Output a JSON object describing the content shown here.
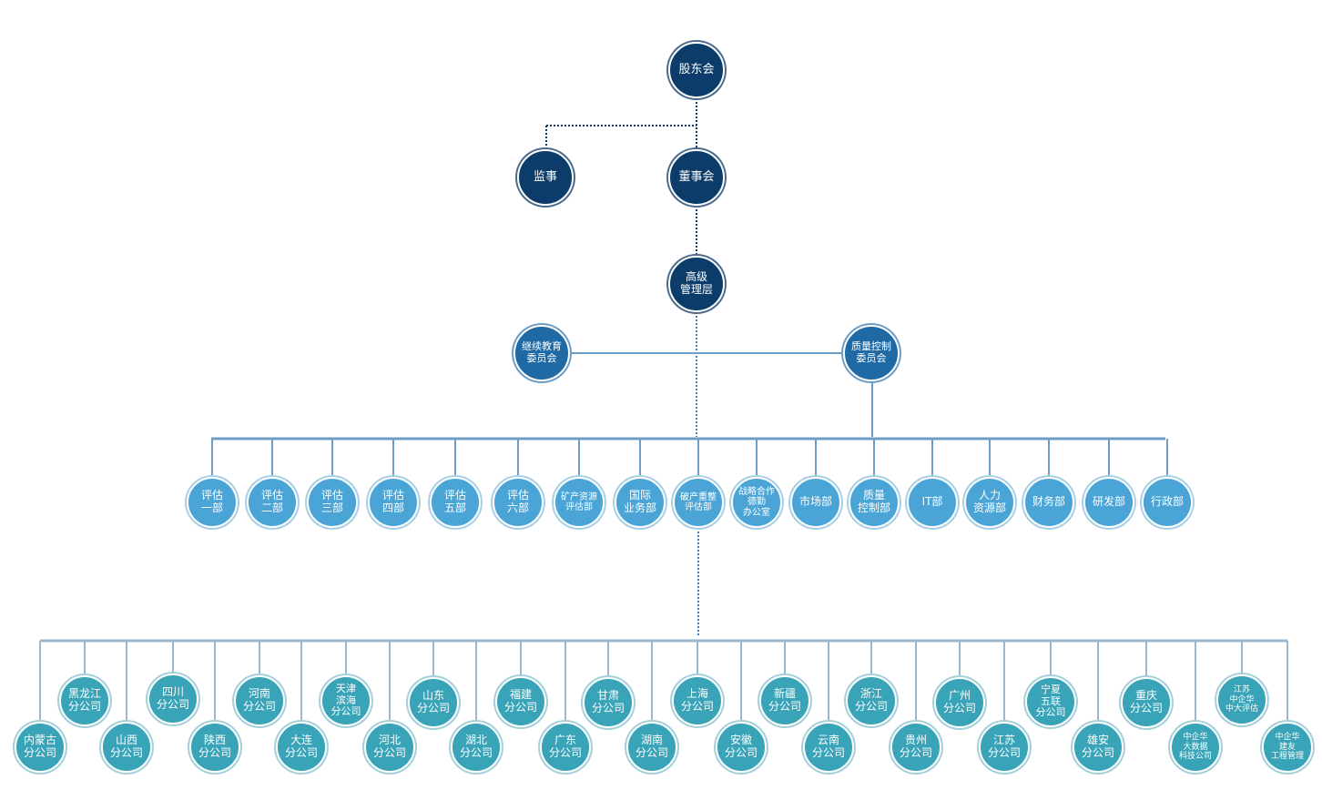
{
  "colors": {
    "top": "#0b3c6a",
    "committee": "#1f6aa5",
    "department": "#4aa5d6",
    "branch": "#39a3b7",
    "line": "#6b9dc6"
  },
  "top": {
    "shareholders": "股东会",
    "supervisor": "监事",
    "board": "董事会",
    "management": "高级\n管理层"
  },
  "committees": {
    "education": "继续教育\n委员会",
    "quality": "质量控制\n委员会"
  },
  "departments": [
    "评估\n一部",
    "评估\n二部",
    "评估\n三部",
    "评估\n四部",
    "评估\n五部",
    "评估\n六部",
    "矿产资源\n评估部",
    "国际\n业务部",
    "破产重整\n评估部",
    "战略合作\n德勤\n办公室",
    "市场部",
    "质量\n控制部",
    "IT部",
    "人力\n资源部",
    "财务部",
    "研发部",
    "行政部"
  ],
  "branches": [
    "内蒙古\n分公司",
    "黑龙江\n分公司",
    "山西\n分公司",
    "四川\n分公司",
    "陕西\n分公司",
    "河南\n分公司",
    "大连\n分公司",
    "天津\n滨海\n分公司",
    "河北\n分公司",
    "山东\n分公司",
    "湖北\n分公司",
    "福建\n分公司",
    "广东\n分公司",
    "甘肃\n分公司",
    "湖南\n分公司",
    "上海\n分公司",
    "安徽\n分公司",
    "新疆\n分公司",
    "云南\n分公司",
    "浙江\n分公司",
    "贵州\n分公司",
    "广州\n分公司",
    "江苏\n分公司",
    "宁夏\n五联\n分公司",
    "雄安\n分公司",
    "重庆\n分公司",
    "中企华\n大数据\n科技公司",
    "江苏\n中企华\n中大评估",
    "中企华\n建友\n工程管理"
  ]
}
